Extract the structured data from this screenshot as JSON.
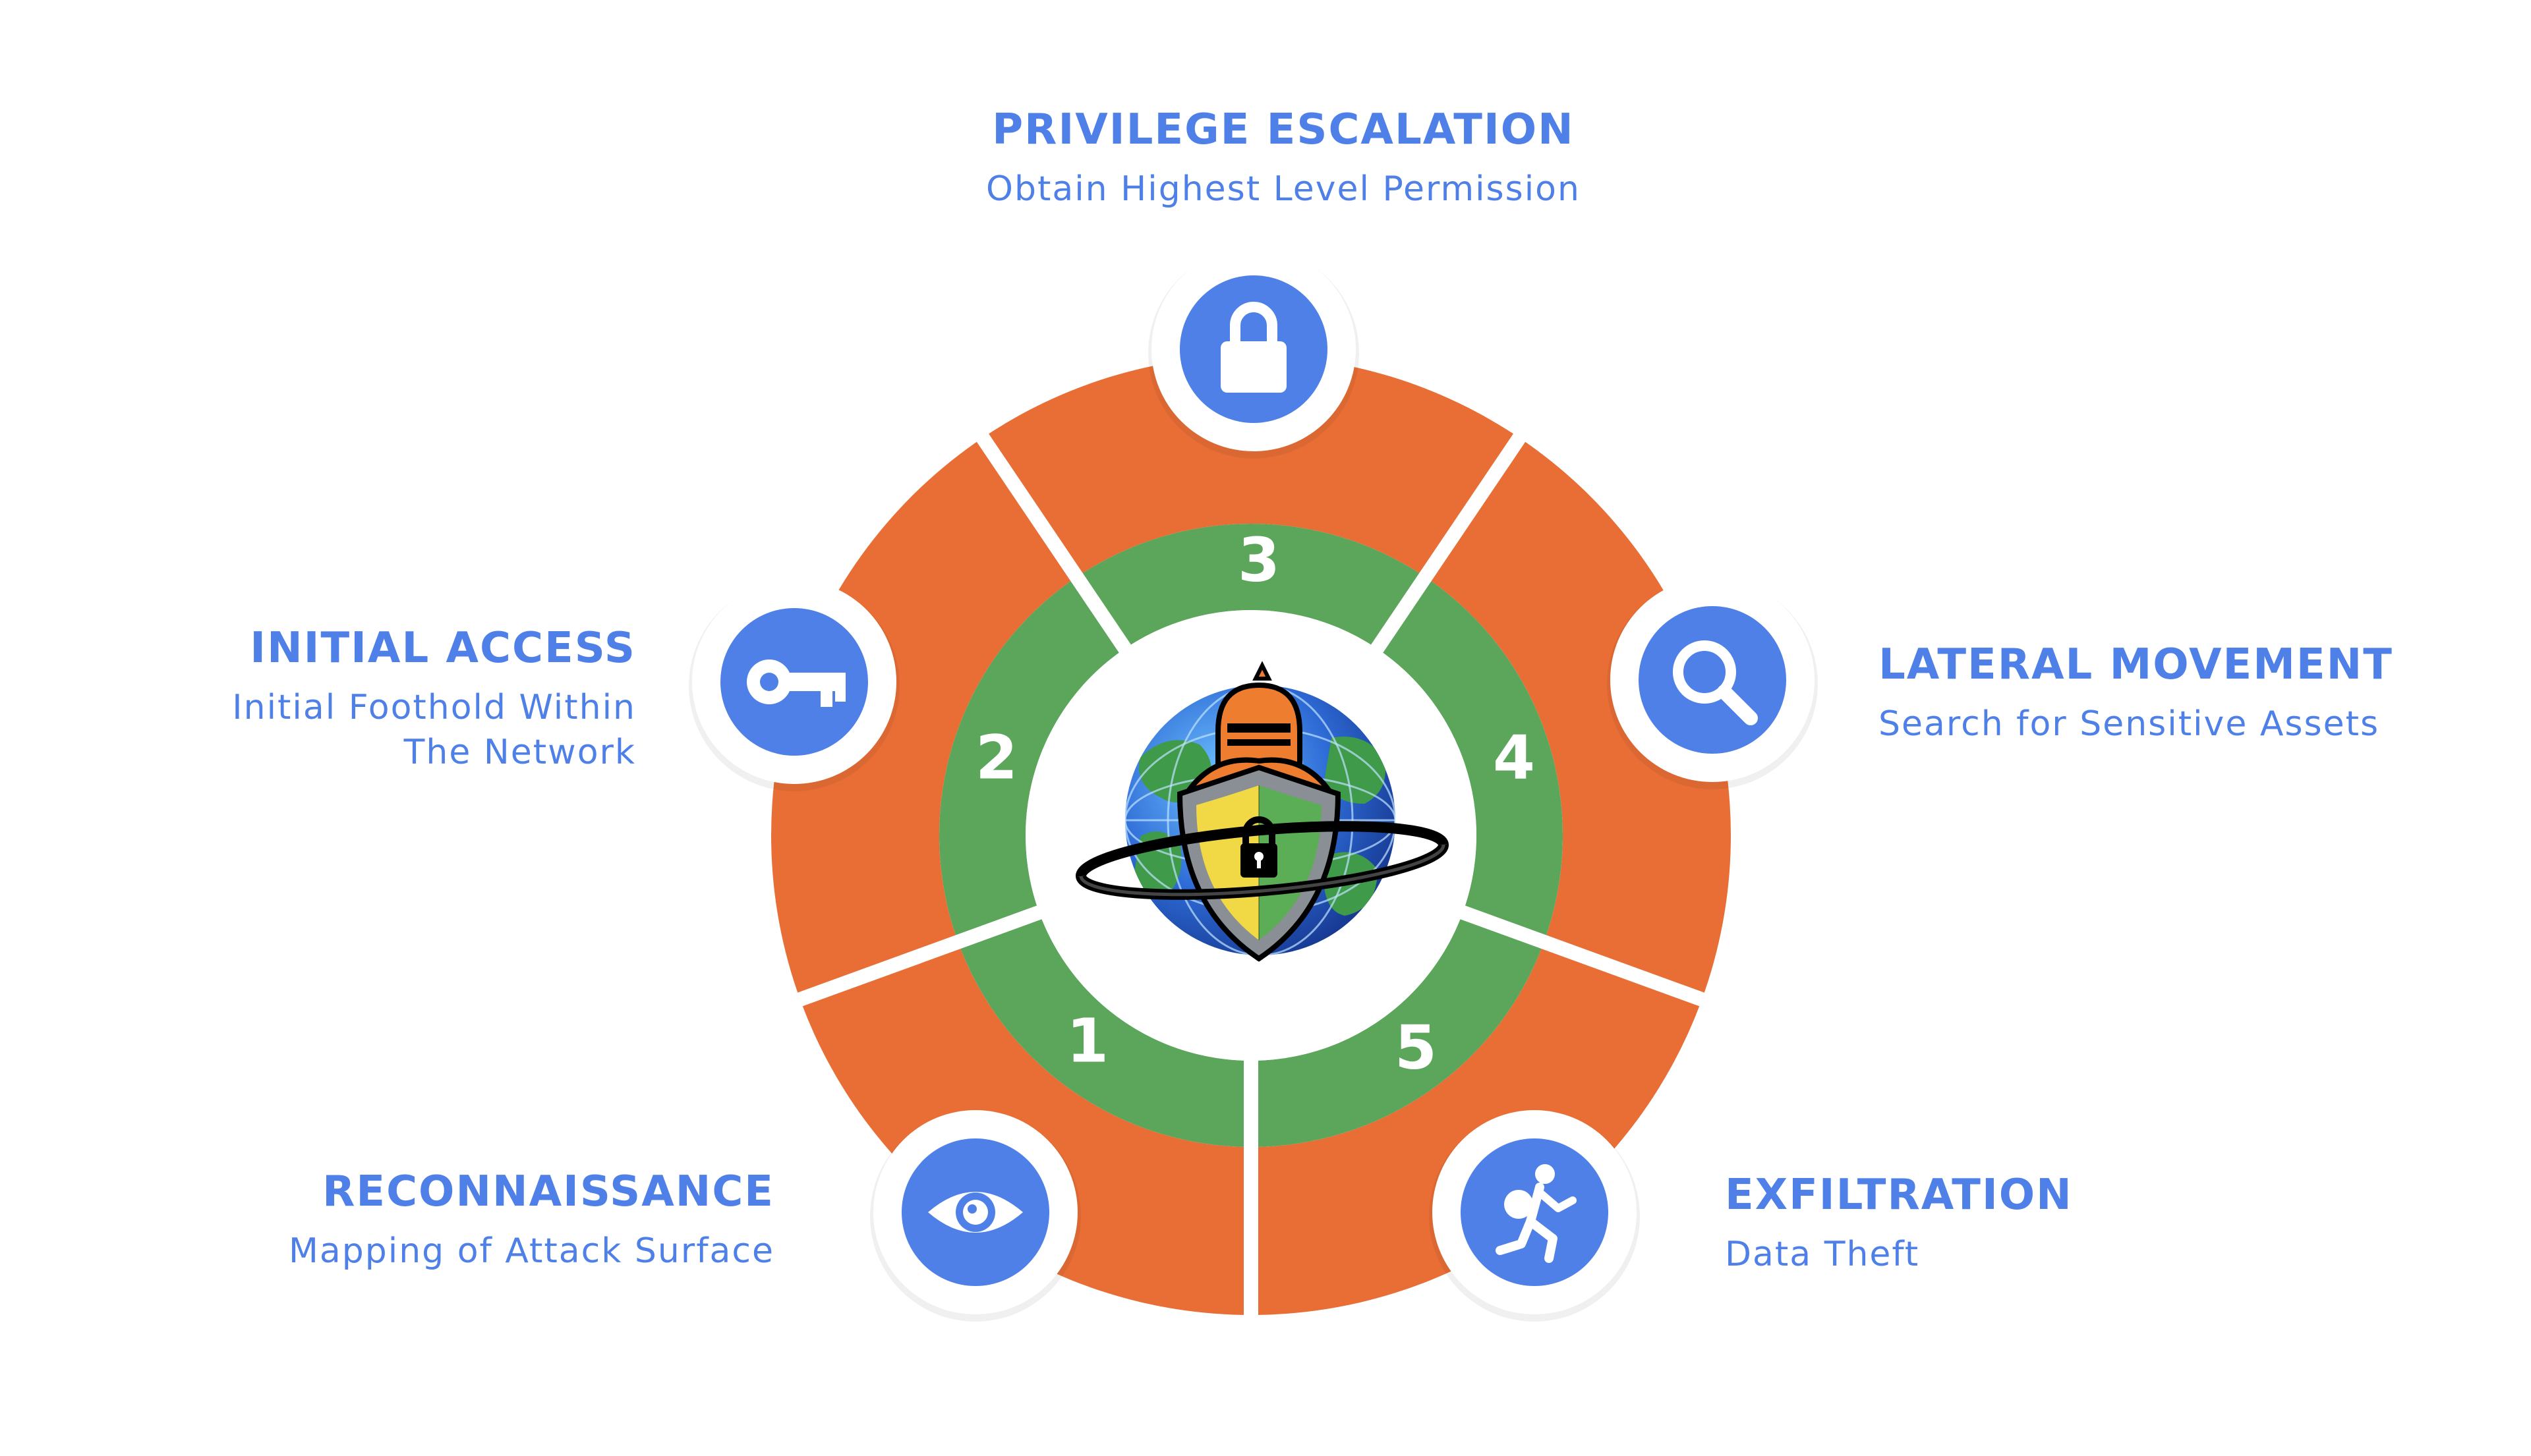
{
  "colors": {
    "background": "#ffffff",
    "outer_ring": "#e96e36",
    "inner_ring": "#5ba65b",
    "separator": "#ffffff",
    "icon_circle": "#4f80e8",
    "text_accent": "#4f80e8",
    "knight_orange": "#ee7d2f",
    "shield_yellow": "#f1d845",
    "shield_green": "#5bae55",
    "globe_blue": "#2e6bd6"
  },
  "stages": [
    {
      "number": "1",
      "title": "RECONNAISSANCE",
      "description_lines": [
        "Mapping of Attack Surface"
      ],
      "icon": "eye-icon"
    },
    {
      "number": "2",
      "title": "INITIAL ACCESS",
      "description_lines": [
        "Initial Foothold Within",
        "The Network"
      ],
      "icon": "key-icon"
    },
    {
      "number": "3",
      "title": "PRIVILEGE ESCALATION",
      "description_lines": [
        "Obtain Highest Level Permission"
      ],
      "icon": "lock-icon"
    },
    {
      "number": "4",
      "title": "LATERAL MOVEMENT",
      "description_lines": [
        "Search for Sensitive Assets"
      ],
      "icon": "search-icon"
    },
    {
      "number": "5",
      "title": "EXFILTRATION",
      "description_lines": [
        "Data Theft"
      ],
      "icon": "running-person-icon"
    }
  ],
  "center_logo": "knight-shield-globe-logo"
}
